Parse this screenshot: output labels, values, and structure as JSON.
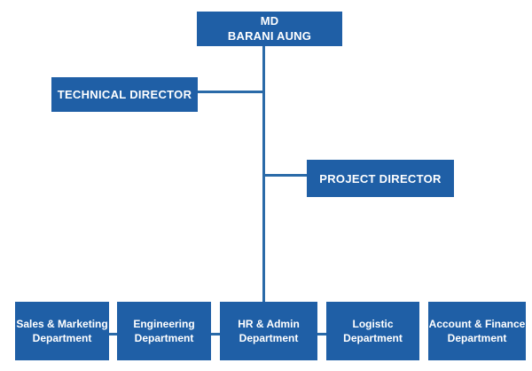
{
  "org_chart": {
    "colors": {
      "box_fill": "#1f5fa6",
      "connector": "#2a6aa8",
      "text": "#ffffff",
      "background": "#ffffff"
    },
    "md": {
      "line1": "MD",
      "line2": "BARANI AUNG"
    },
    "technical_director": {
      "label": "TECHNICAL DIRECTOR"
    },
    "project_director": {
      "label": "PROJECT DIRECTOR"
    },
    "departments": [
      {
        "line1": "Sales & Marketing",
        "line2": "Department"
      },
      {
        "line1": "Engineering",
        "line2": "Department"
      },
      {
        "line1": "HR & Admin",
        "line2": "Department"
      },
      {
        "line1": "Logistic",
        "line2": "Department"
      },
      {
        "line1": "Account & Finance",
        "line2": "Department"
      }
    ]
  }
}
